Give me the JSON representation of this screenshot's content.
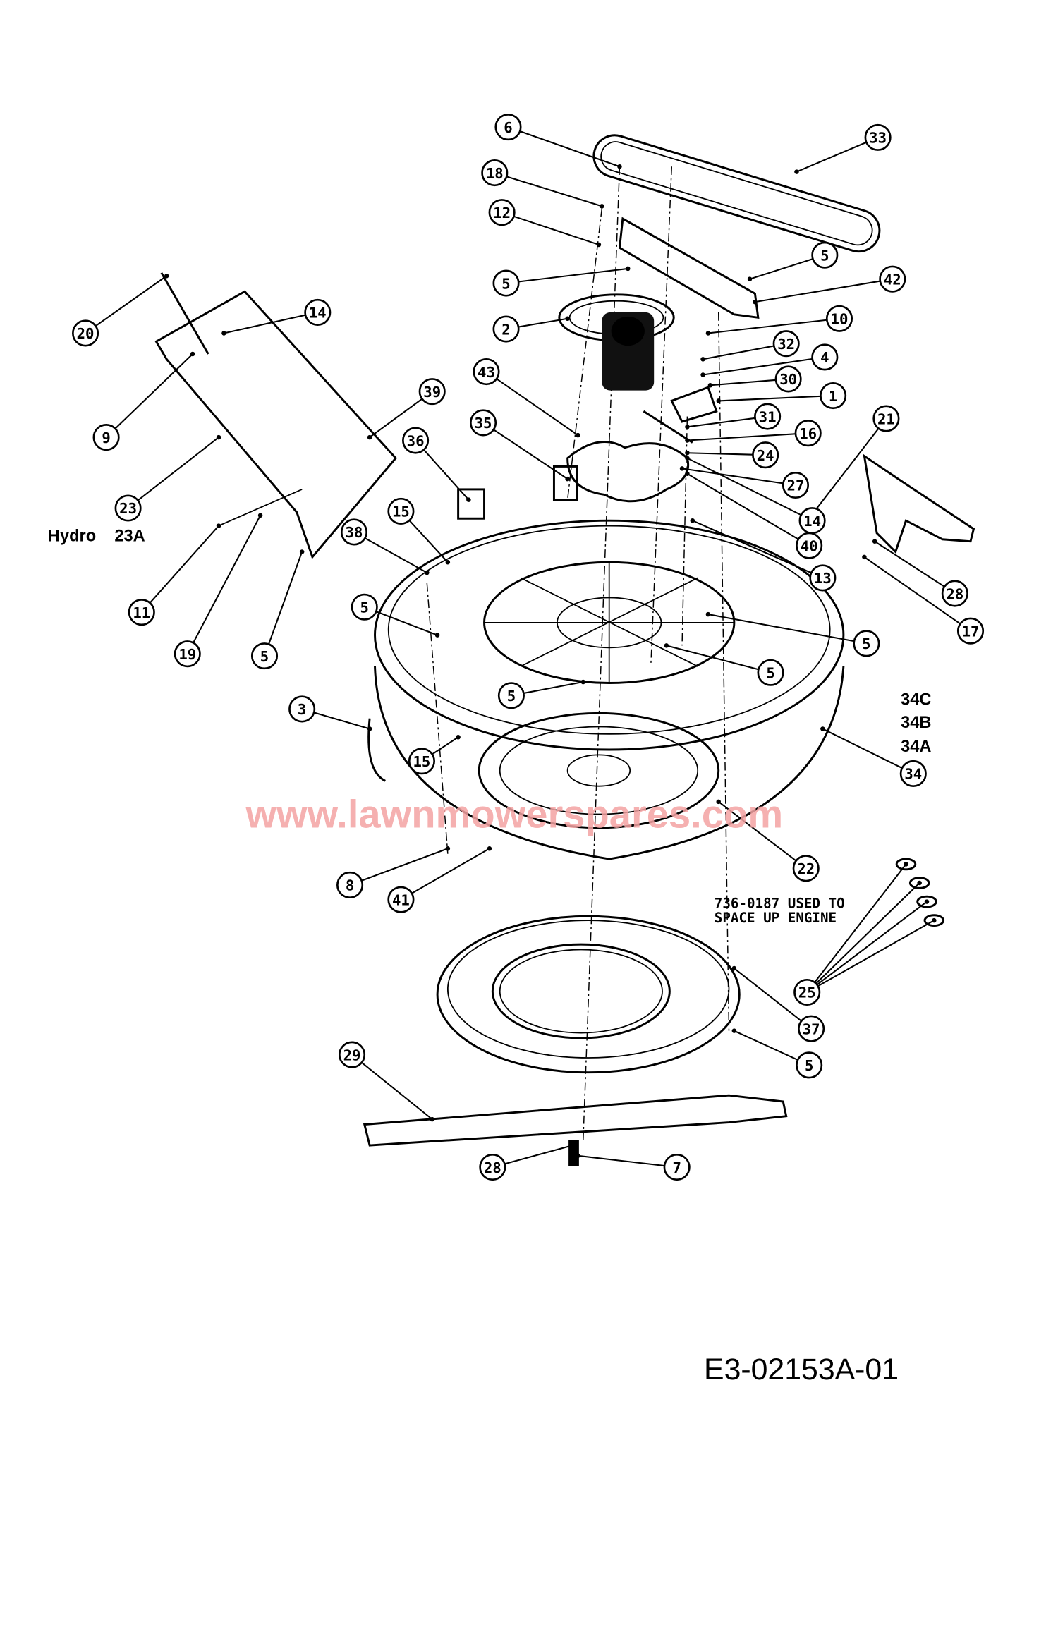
{
  "diagram": {
    "callouts": [
      "6",
      "33",
      "18",
      "12",
      "5",
      "5",
      "42",
      "2",
      "10",
      "32",
      "4",
      "30",
      "1",
      "43",
      "31",
      "16",
      "24",
      "27",
      "35",
      "21",
      "36",
      "14",
      "39",
      "20",
      "9",
      "23",
      "14",
      "40",
      "13",
      "28",
      "17",
      "38",
      "15",
      "11",
      "19",
      "5",
      "5",
      "5",
      "5",
      "5",
      "3",
      "15",
      "34",
      "22",
      "8",
      "41",
      "25",
      "37",
      "5",
      "29",
      "28",
      "7"
    ],
    "annotations": {
      "hydro_label": "Hydro",
      "hydro_part": "23A",
      "deck_variants": [
        "34C",
        "34B",
        "34A"
      ],
      "note_line1": "736-0187 USED TO",
      "note_line2": "SPACE UP ENGINE"
    },
    "drawing_code": "E3-02153A-01",
    "watermark": "www.lawnmowerspares.com"
  }
}
